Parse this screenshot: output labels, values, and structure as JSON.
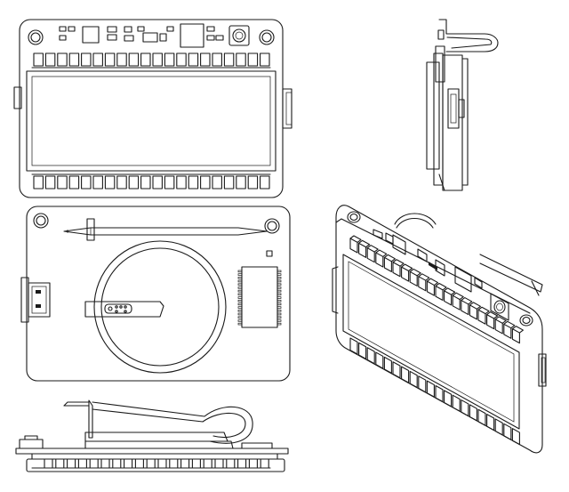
{
  "drawing": {
    "views": [
      "front",
      "side",
      "back",
      "isometric",
      "bottom"
    ],
    "front_pins": 20,
    "line_color": "#1a1a1a",
    "background": "#ffffff"
  }
}
